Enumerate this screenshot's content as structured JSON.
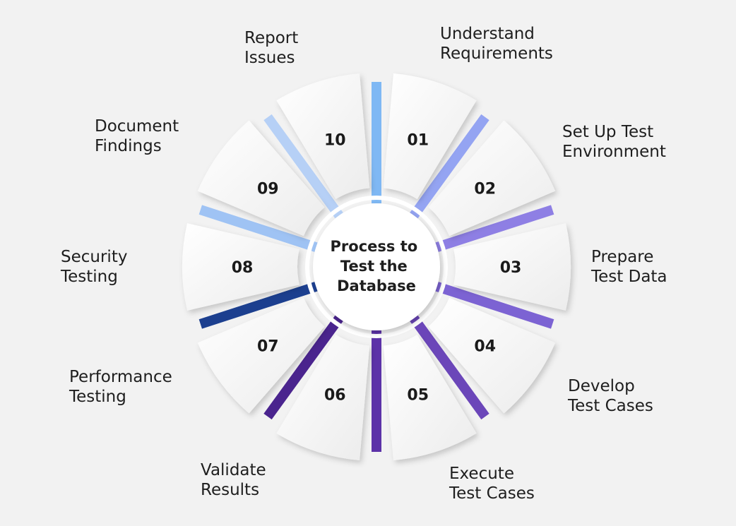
{
  "diagram": {
    "center": {
      "lines": [
        "Process to",
        "Test the",
        "Database"
      ]
    },
    "steps": [
      {
        "number": "01",
        "label": [
          "Understand",
          "Requirements"
        ],
        "color": "#7fb8f4"
      },
      {
        "number": "02",
        "label": [
          "Set Up Test",
          "Environment"
        ],
        "color": "#94a4f2"
      },
      {
        "number": "03",
        "label": [
          "Prepare",
          "Test Data"
        ],
        "color": "#8e7fe4"
      },
      {
        "number": "04",
        "label": [
          "Develop",
          "Test Cases"
        ],
        "color": "#7c63d3"
      },
      {
        "number": "05",
        "label": [
          "Execute",
          "Test Cases"
        ],
        "color": "#6b46b9"
      },
      {
        "number": "06",
        "label": [
          "Validate",
          "Results"
        ],
        "color": "#5c32a8"
      },
      {
        "number": "07",
        "label": [
          "Performance",
          "Testing"
        ],
        "color": "#4a248e"
      },
      {
        "number": "08",
        "label": [
          "Security",
          "Testing"
        ],
        "color": "#1c3f8f"
      },
      {
        "number": "09",
        "label": [
          "Document",
          "Findings"
        ],
        "color": "#9fc3f4"
      },
      {
        "number": "10",
        "label": [
          "Report",
          "Issues"
        ],
        "color": "#b6d0f6"
      }
    ]
  }
}
